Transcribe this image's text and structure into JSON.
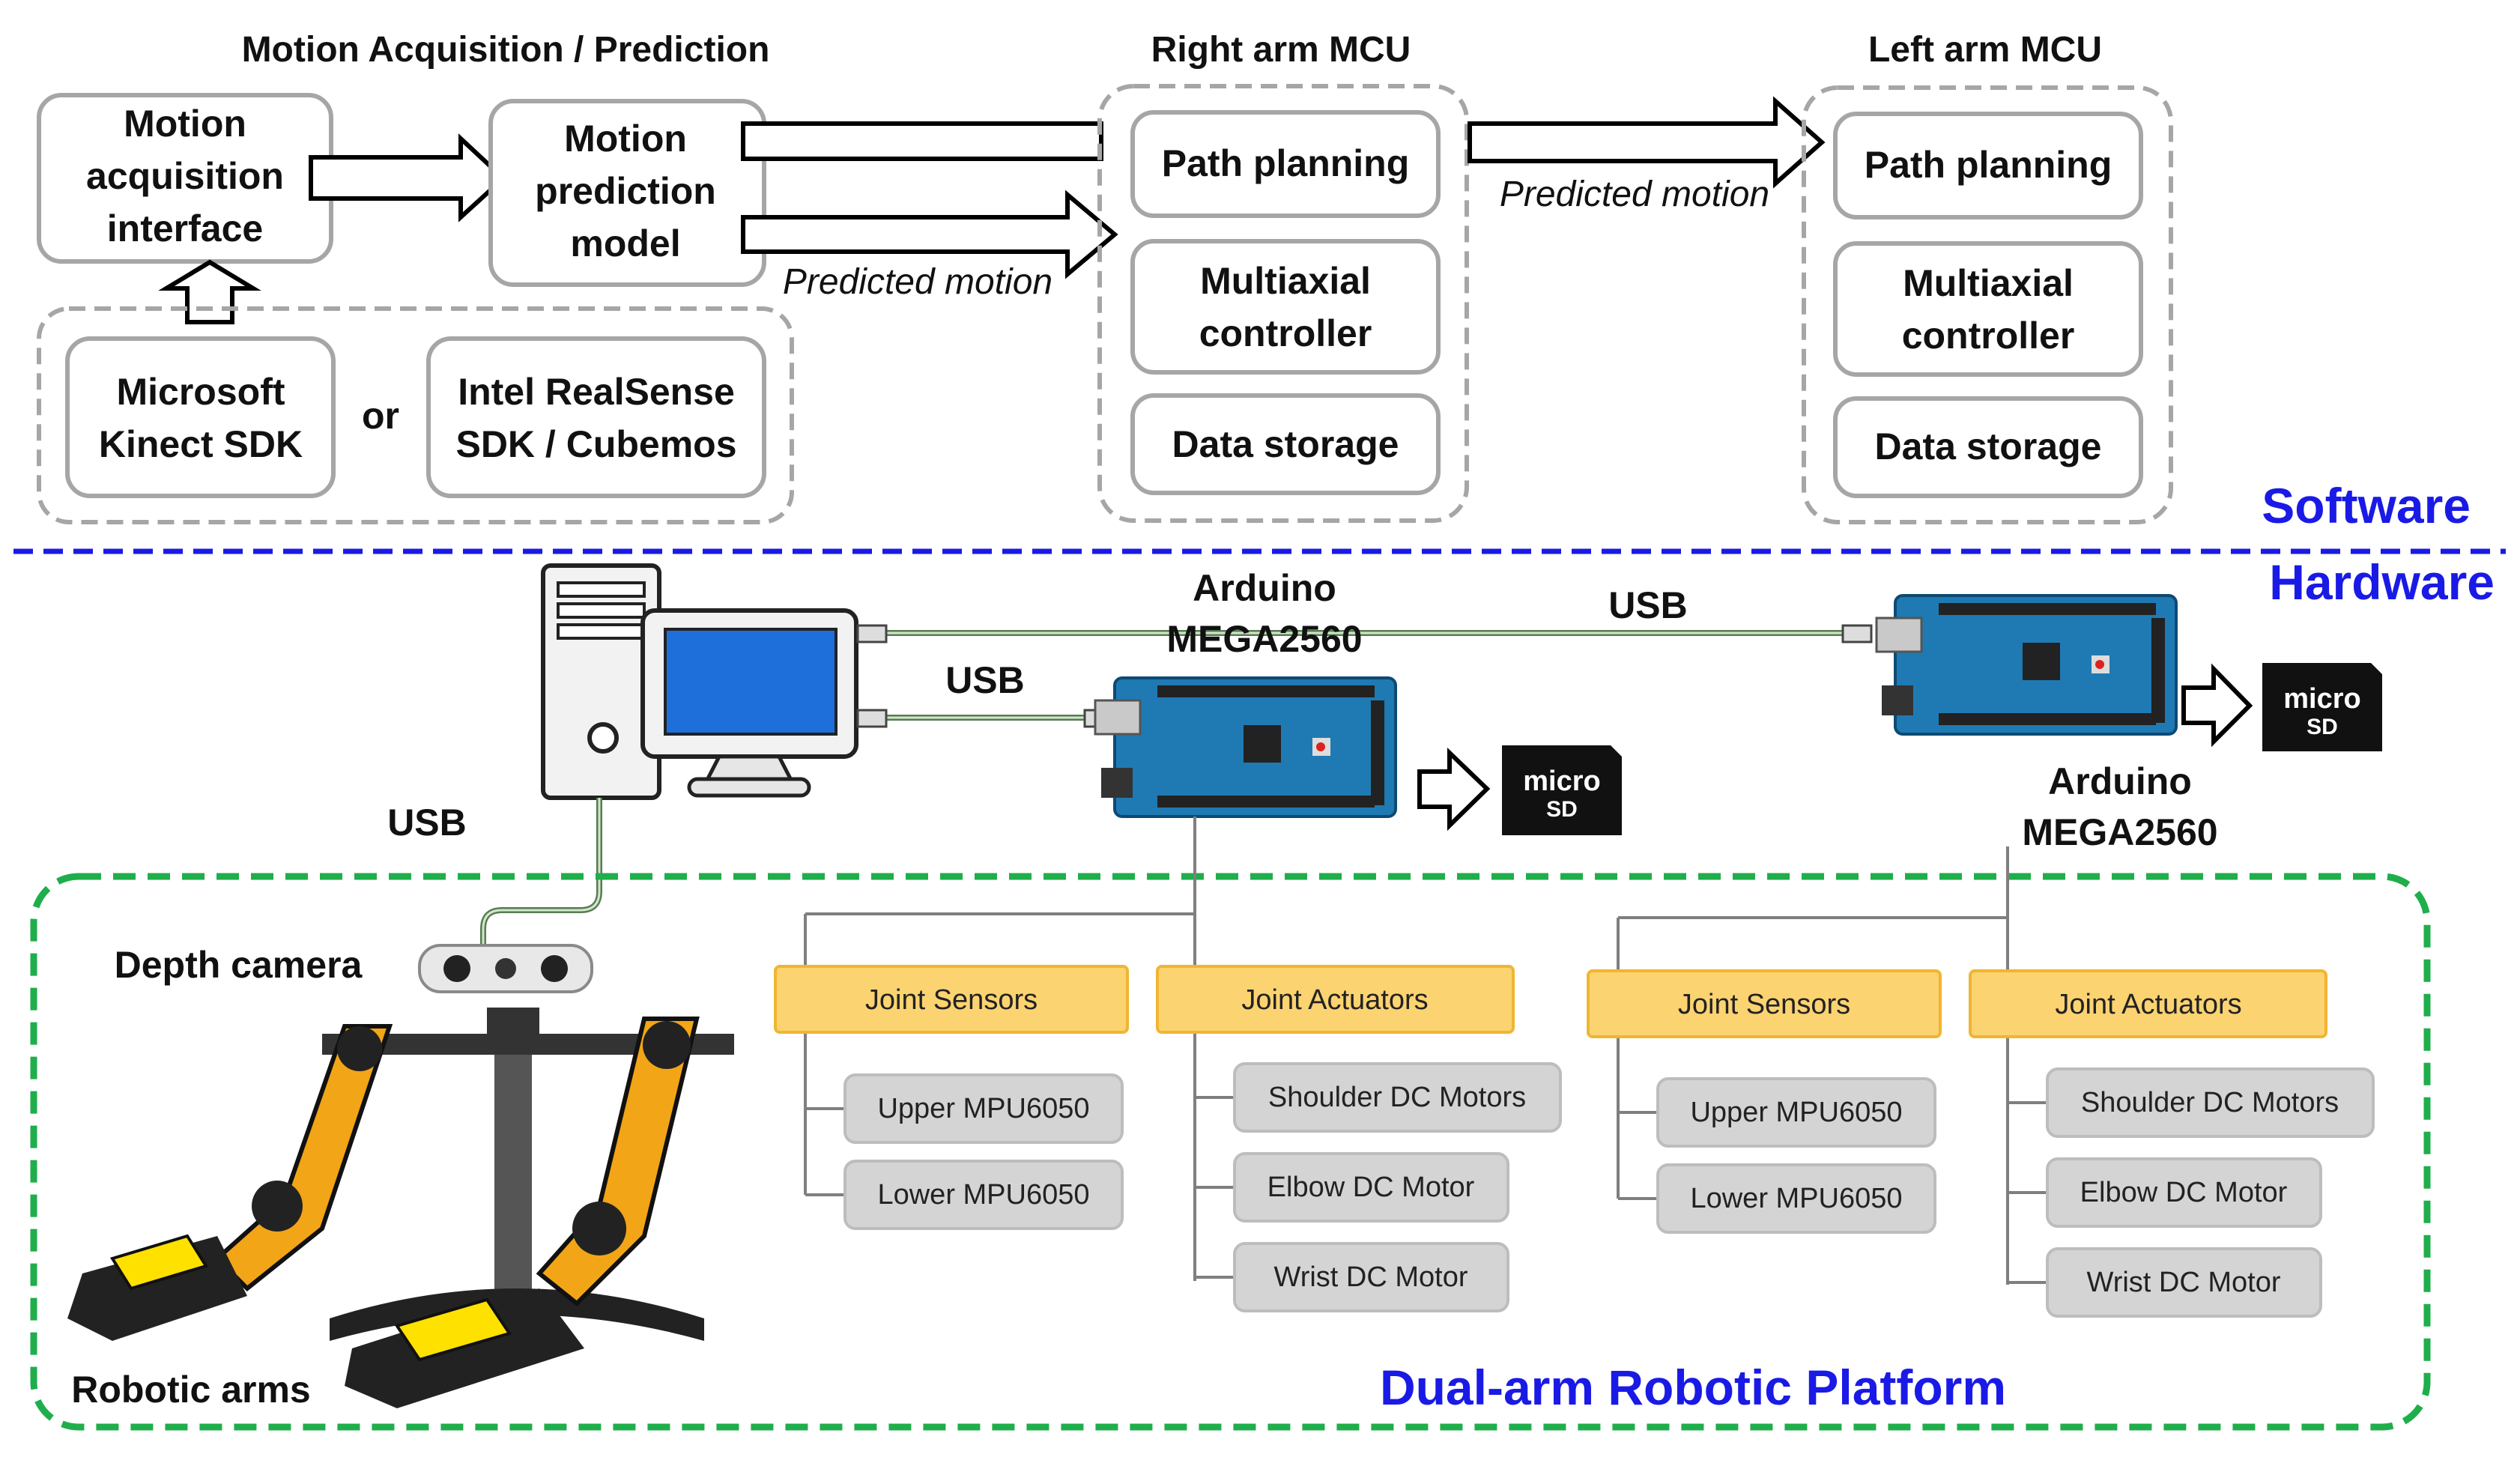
{
  "software": {
    "section_label": "Software",
    "motion_group_title": "Motion Acquisition / Prediction",
    "acquisition_interface": [
      "Motion",
      "acquisition",
      "interface"
    ],
    "prediction_model": [
      "Motion",
      "prediction",
      "model"
    ],
    "kinect_sdk": [
      "Microsoft",
      "Kinect SDK"
    ],
    "or_label": "or",
    "realsense_sdk": [
      "Intel RealSense",
      "SDK / Cubemos"
    ],
    "predicted_motion_label": "Predicted motion",
    "right_mcu": {
      "title": "Right arm MCU",
      "path_planning": "Path planning",
      "multiaxial": [
        "Multiaxial",
        "controller"
      ],
      "data_storage": "Data storage"
    },
    "left_mcu": {
      "title": "Left arm MCU",
      "path_planning": "Path planning",
      "multiaxial": [
        "Multiaxial",
        "controller"
      ],
      "data_storage": "Data storage"
    }
  },
  "hardware": {
    "section_label": "Hardware",
    "usb_label": "USB",
    "arduino_label": [
      "Arduino",
      "MEGA2560"
    ],
    "microsd_label": [
      "micro",
      "SD"
    ],
    "depth_camera_label": "Depth camera",
    "robotic_arms_label": "Robotic arms",
    "platform_label": "Dual-arm Robotic Platform",
    "right_tree": {
      "sensors": "Joint Sensors",
      "actuators": "Joint Actuators",
      "sensor_items": [
        "Upper MPU6050",
        "Lower MPU6050"
      ],
      "actuator_items": [
        "Shoulder DC Motors",
        "Elbow DC Motor",
        "Wrist DC Motor"
      ]
    },
    "left_tree": {
      "sensors": "Joint Sensors",
      "actuators": "Joint Actuators",
      "sensor_items": [
        "Upper MPU6050",
        "Lower MPU6050"
      ],
      "actuator_items": [
        "Shoulder DC Motors",
        "Elbow DC Motor",
        "Wrist DC Motor"
      ]
    }
  },
  "colors": {
    "section_blue": "#1a1ae6",
    "platform_green": "#1fae4b",
    "sensor_yellow": "#fcd371",
    "item_gray": "#d4d4d4",
    "board_blue": "#1f7ab3"
  }
}
